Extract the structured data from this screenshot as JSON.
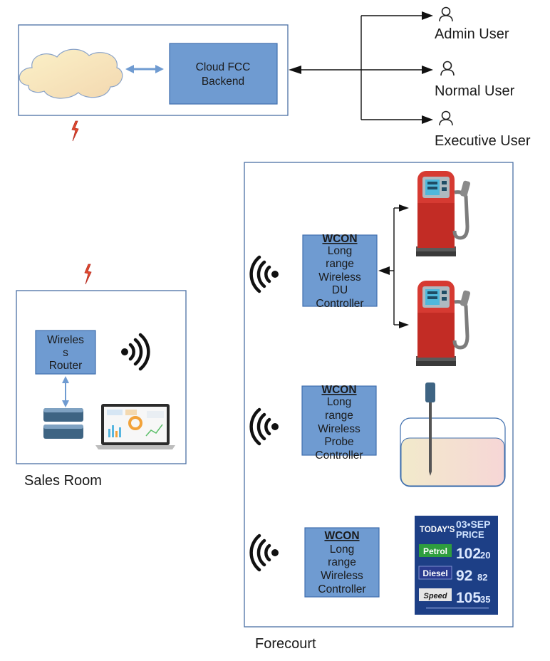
{
  "cloud_fcc": {
    "label_lines": [
      "Cloud FCC",
      "Backend"
    ]
  },
  "users": [
    {
      "name": "Admin User",
      "icon": "user-icon"
    },
    {
      "name": "Normal User",
      "icon": "user-icon"
    },
    {
      "name": "Executive User",
      "icon": "user-icon"
    }
  ],
  "sales_room": {
    "title": "Sales Room",
    "router_lines": [
      "Wireles",
      "s",
      "Router"
    ],
    "icons": [
      "wifi-icon",
      "database-icon",
      "laptop-dashboard-icon",
      "lightning-icon"
    ]
  },
  "forecourt": {
    "title": "Forecourt",
    "controllers": [
      {
        "heading": "WCON",
        "lines": [
          "Long",
          "range",
          "Wireless",
          "DU",
          "Controller"
        ]
      },
      {
        "heading": "WCON",
        "lines": [
          "Long",
          "range",
          "Wireless",
          "Probe",
          "Controller"
        ]
      },
      {
        "heading": "WCON",
        "lines": [
          "Long",
          "range",
          "Wireless",
          "Controller"
        ]
      }
    ],
    "icons": [
      "fuel-pump-icon",
      "tank-probe-icon",
      "price-board-icon",
      "wifi-icon"
    ]
  },
  "price_board": {
    "header": "TODAY'S",
    "date": "03•SEP",
    "price_label": "PRICE",
    "rows": [
      {
        "name": "Petrol",
        "main": "102",
        "cents": "20",
        "color": "#2e9e3e"
      },
      {
        "name": "Diesel",
        "main": "92",
        "cents": "82",
        "color": "#2a3b8f"
      },
      {
        "name": "Speed",
        "main": "105",
        "cents": "35",
        "color": "#e6e6e6"
      }
    ]
  },
  "colors": {
    "box_fill": "#6f9bd1",
    "box_stroke": "#3f6fae",
    "frame_stroke": "#4a6fa5",
    "pump_red": "#d63a32",
    "lightning": "#d9362b"
  }
}
